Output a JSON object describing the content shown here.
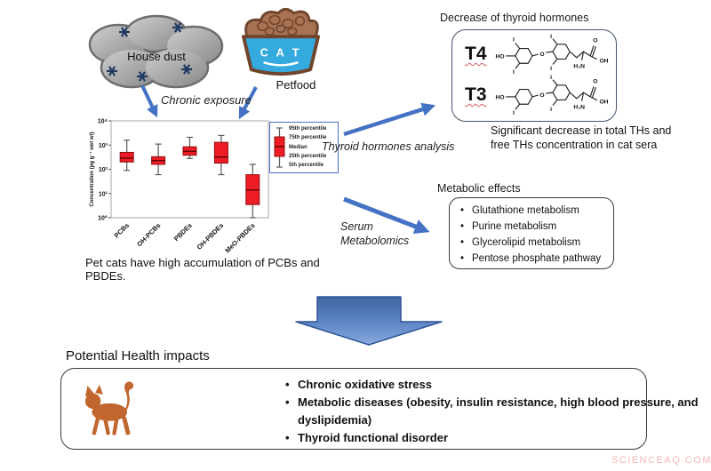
{
  "exposure": {
    "house_dust": "House dust",
    "bowl_text": "C A T",
    "petfood": "Petfood",
    "chronic_label": "Chronic exposure"
  },
  "chart_data": {
    "type": "boxplot",
    "ylabel": "Concentration (pg g⁻¹ wet wt)",
    "ylim_log10": [
      0,
      4
    ],
    "yticks": [
      "10⁰",
      "10¹",
      "10²",
      "10³",
      "10⁴"
    ],
    "categories": [
      "PCBs",
      "OH-PCBs",
      "PBDEs",
      "OH-PBDEs",
      "MeO-PBDEs"
    ],
    "series": [
      {
        "name": "PCBs",
        "p5": 90,
        "p25": 200,
        "median": 290,
        "p75": 500,
        "p95": 1600
      },
      {
        "name": "OH-PCBs",
        "p5": 60,
        "p25": 160,
        "median": 230,
        "p75": 330,
        "p95": 1100
      },
      {
        "name": "PBDEs",
        "p5": 280,
        "p25": 380,
        "median": 550,
        "p75": 850,
        "p95": 2100
      },
      {
        "name": "OH-PBDEs",
        "p5": 60,
        "p25": 180,
        "median": 320,
        "p75": 1300,
        "p95": 2500
      },
      {
        "name": "MeO-PBDEs",
        "p5": 1,
        "p25": 3.5,
        "median": 14,
        "p75": 60,
        "p95": 160
      }
    ],
    "legend": [
      "95th percentile",
      "75th percentile",
      "Median",
      "25th percentile",
      "5th percentile"
    ],
    "legend_position": "right",
    "box_color": "#ee1c25",
    "grid": false
  },
  "chart_caption": "Pet cats have high accumulation of PCBs and PBDEs.",
  "thyroid": {
    "heading": "Decrease of thyroid hormones",
    "t4": "T4",
    "t3": "T3",
    "atoms": {
      "ho": "HO",
      "o": "O",
      "i": "I",
      "h2n": "H₂N",
      "oh": "OH"
    },
    "arrow_label": "Thyroid hormones analysis",
    "result_line1": "Significant decrease in total THs and",
    "result_line2": "free THs concentration in cat sera"
  },
  "metabolomics": {
    "heading": "Metabolic effects",
    "arrow_label_line1": "Serum",
    "arrow_label_line2": "Metabolomics",
    "items": [
      "Glutathione metabolism",
      "Purine metabolism",
      "Glycerolipid metabolism",
      "Pentose phosphate pathway"
    ]
  },
  "health": {
    "heading": "Potential Health impacts",
    "items": [
      "Chronic oxidative stress",
      "Metabolic diseases (obesity, insulin resistance, high blood pressure, and dyslipidemia)",
      "Thyroid functional disorder"
    ]
  },
  "watermark": "SCIENCEAQ.COM",
  "colors": {
    "arrow_blue": "#4472c4",
    "big_arrow_edge": "#2f5597",
    "box_red": "#ee1c25",
    "cat_orange": "#c0662e",
    "bowl_blue": "#35aade",
    "kibble_brown": "#a87254",
    "outline_brown": "#70452c",
    "cloud_gray": "#a8a8a8",
    "star_navy": "#1f3864"
  }
}
